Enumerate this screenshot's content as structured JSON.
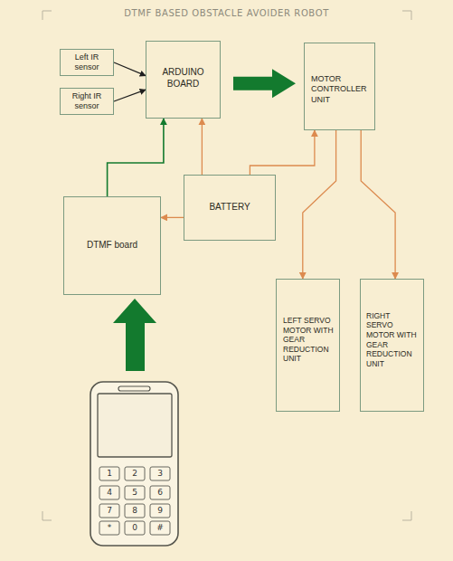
{
  "diagram": {
    "title": "DTMF BASED OBSTACLE AVOIDER ROBOT",
    "nodes": [
      {
        "text": [
          "Left IR sensor"
        ]
      },
      {
        "text": [
          "Right IR sensor"
        ]
      },
      {
        "text": [
          "ARDUINO BOARD"
        ]
      },
      {
        "text": [
          "MOTOR CONTROLLER UNIT"
        ]
      },
      {
        "text": [
          "BATTERY"
        ]
      },
      {
        "text": [
          "DTMF board"
        ]
      },
      {
        "text": [
          "LEFT SERVO MOTOR WITH GEAR REDUCTION UNIT"
        ]
      },
      {
        "text": [
          "RIGHT SERVO MOTOR WITH GEAR REDUCTION UNIT"
        ]
      }
    ],
    "edges": [
      {
        "from": 0,
        "to": 2,
        "arrow": "to"
      },
      {
        "from": 1,
        "to": 2,
        "arrow": "to"
      },
      {
        "from": 2,
        "to": 3,
        "arrow": "to"
      },
      {
        "from": 5,
        "to": 2,
        "arrow": "to"
      },
      {
        "from": 4,
        "to": 2,
        "arrow": "to"
      },
      {
        "from": 4,
        "to": 3,
        "arrow": "to"
      },
      {
        "from": 4,
        "to": 5,
        "arrow": "to"
      },
      {
        "from": 3,
        "to": 6,
        "arrow": "to"
      },
      {
        "from": 3,
        "to": 7,
        "arrow": "to"
      }
    ],
    "labels": [
      "1",
      "2",
      "3",
      "4",
      "5",
      "6",
      "7",
      "8",
      "9",
      "*",
      "0",
      "#"
    ]
  }
}
